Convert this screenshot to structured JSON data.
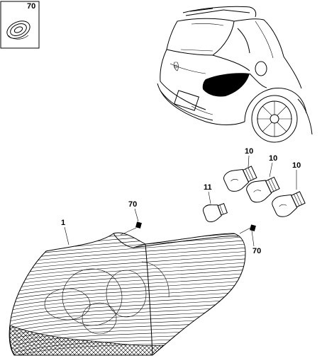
{
  "callouts": {
    "grommet_ref": "70",
    "housing_ref": "1",
    "bulb_single_ref": "11",
    "bulb_a_ref": "10",
    "bulb_b_ref": "10",
    "bulb_c_ref": "10",
    "clip_upper_ref": "70",
    "clip_lower_ref": "70"
  },
  "colors": {
    "line": "#000000",
    "background": "#ffffff",
    "lamp_highlight": "#000000"
  }
}
